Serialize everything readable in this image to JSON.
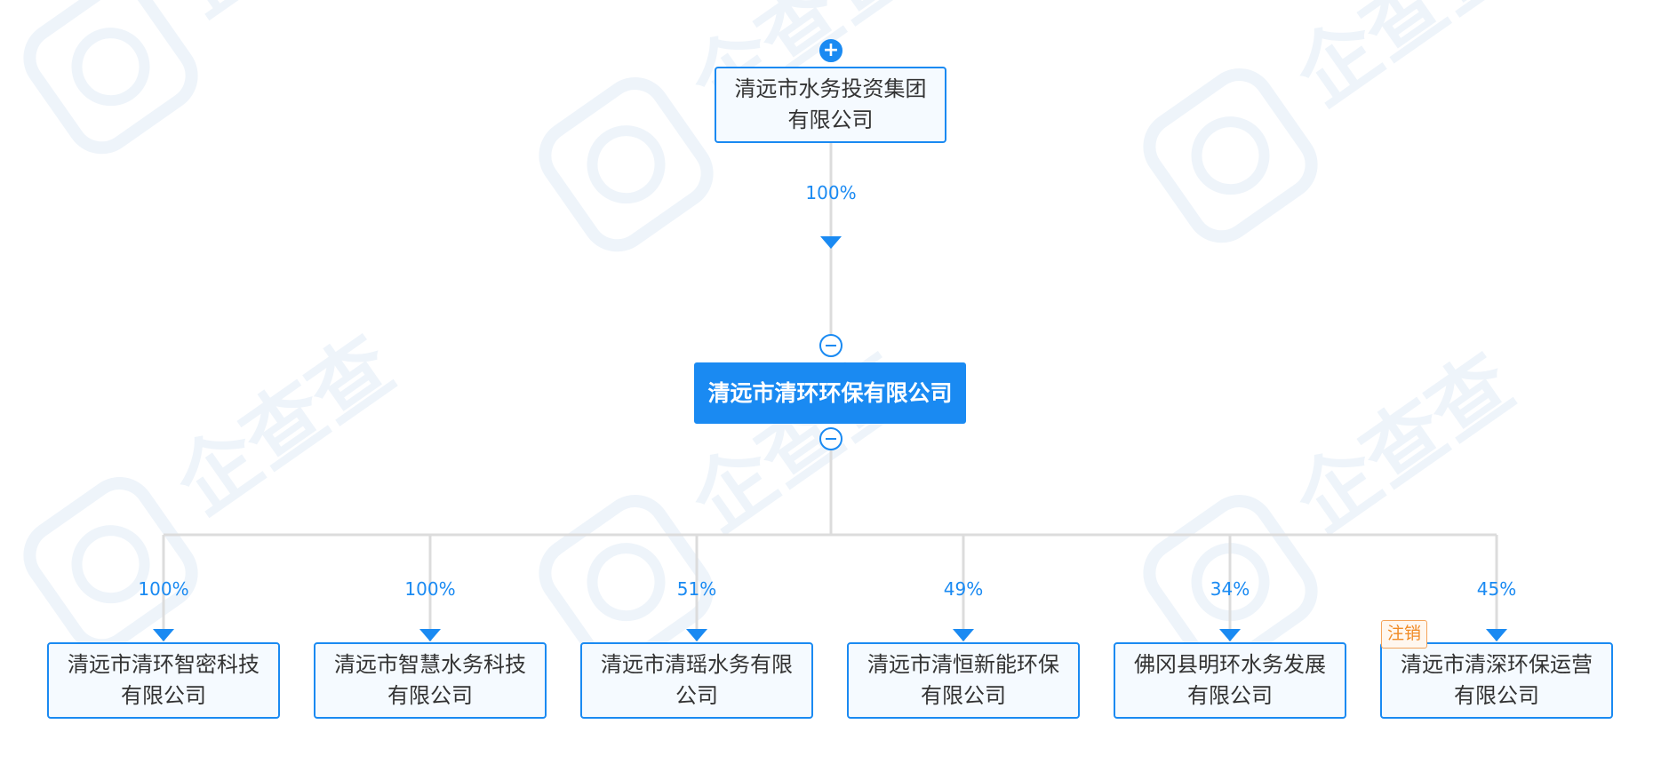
{
  "diagram": {
    "parent": {
      "name_line1": "清远市水务投资集团",
      "name_line2": "有限公司",
      "share": "100%"
    },
    "main": {
      "name": "清远市清环环保有限公司"
    },
    "children": [
      {
        "line1": "清远市清环智密科技",
        "line2": "有限公司",
        "share": "100%",
        "badge": ""
      },
      {
        "line1": "清远市智慧水务科技",
        "line2": "有限公司",
        "share": "100%",
        "badge": ""
      },
      {
        "line1": "清远市清瑶水务有限",
        "line2": "公司",
        "share": "51%",
        "badge": ""
      },
      {
        "line1": "清远市清恒新能环保",
        "line2": "有限公司",
        "share": "49%",
        "badge": ""
      },
      {
        "line1": "佛冈县明环水务发展",
        "line2": "有限公司",
        "share": "34%",
        "badge": ""
      },
      {
        "line1": "清远市清深环保运营",
        "line2": "有限公司",
        "share": "45%",
        "badge": "注销"
      }
    ],
    "watermark": "企查查",
    "colors": {
      "accent": "#1a8af2",
      "node_bg": "#f5faff",
      "line": "#dcdcdc",
      "badge": "#f08a24",
      "watermark": "#eef4fa"
    }
  }
}
